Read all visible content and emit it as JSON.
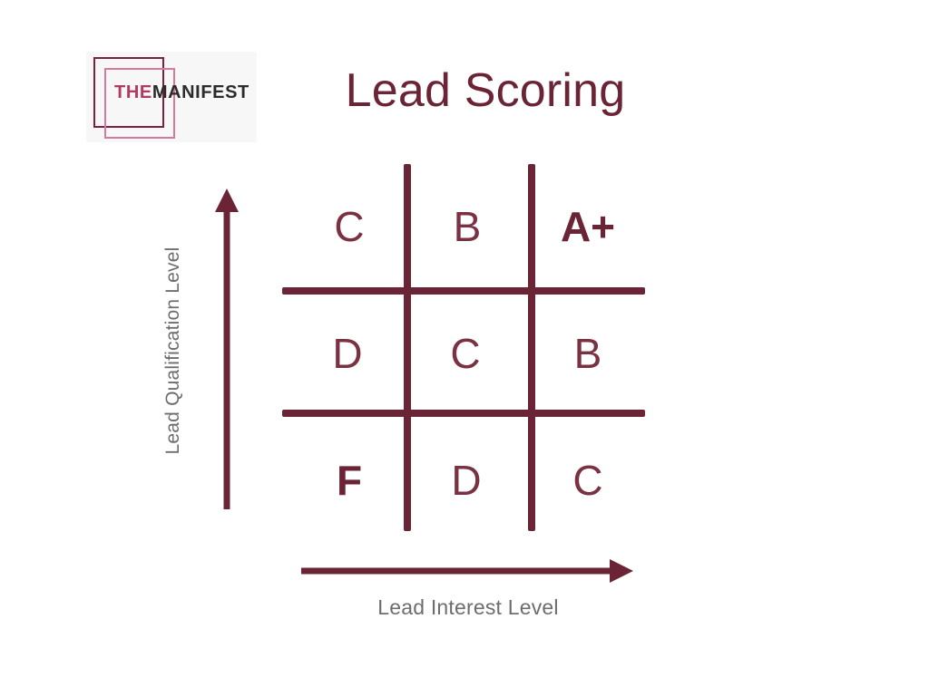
{
  "brand": {
    "logo_word_1": "THE",
    "logo_word_2": "MANIFEST",
    "logo_color_1": "#b03a62",
    "logo_color_2": "#2b2b2b",
    "logo_square_back_color": "#7a2340",
    "logo_square_front_color": "#d6799d",
    "logo_background": "#f8f7f7"
  },
  "header": {
    "title": "Lead Scoring",
    "title_color": "#6b2435"
  },
  "axes": {
    "y_label": "Lead Qualification Level",
    "x_label": "Lead Interest Level",
    "label_color": "#6d6d6d",
    "arrow_color": "#6b2435",
    "y_direction": "up",
    "x_direction": "right"
  },
  "chart_data": {
    "type": "heatmap",
    "title": "Lead Scoring",
    "xlabel": "Lead Interest Level",
    "ylabel": "Lead Qualification Level",
    "grid": true,
    "rows": 3,
    "columns": 3,
    "row_order_top_to_bottom": [
      "high",
      "medium",
      "low"
    ],
    "column_order_left_to_right": [
      "low",
      "medium",
      "high"
    ],
    "cells": [
      {
        "row": 0,
        "col": 0,
        "grade": "C",
        "emphasis": "normal"
      },
      {
        "row": 0,
        "col": 1,
        "grade": "B",
        "emphasis": "normal"
      },
      {
        "row": 0,
        "col": 2,
        "grade": "A+",
        "emphasis": "bold"
      },
      {
        "row": 1,
        "col": 0,
        "grade": "D",
        "emphasis": "normal"
      },
      {
        "row": 1,
        "col": 1,
        "grade": "C",
        "emphasis": "normal"
      },
      {
        "row": 1,
        "col": 2,
        "grade": "B",
        "emphasis": "normal"
      },
      {
        "row": 2,
        "col": 0,
        "grade": "F",
        "emphasis": "bold"
      },
      {
        "row": 2,
        "col": 1,
        "grade": "D",
        "emphasis": "normal"
      },
      {
        "row": 2,
        "col": 2,
        "grade": "C",
        "emphasis": "normal"
      }
    ],
    "grade_color": "#6b2435",
    "line_color": "#6b2435",
    "background": "#ffffff"
  },
  "matrix": {
    "r1c1": "C",
    "r1c2": "B",
    "r1c3": "A+",
    "r2c1": "D",
    "r2c2": "C",
    "r2c3": "B",
    "r3c1": "F",
    "r3c2": "D",
    "r3c3": "C"
  }
}
